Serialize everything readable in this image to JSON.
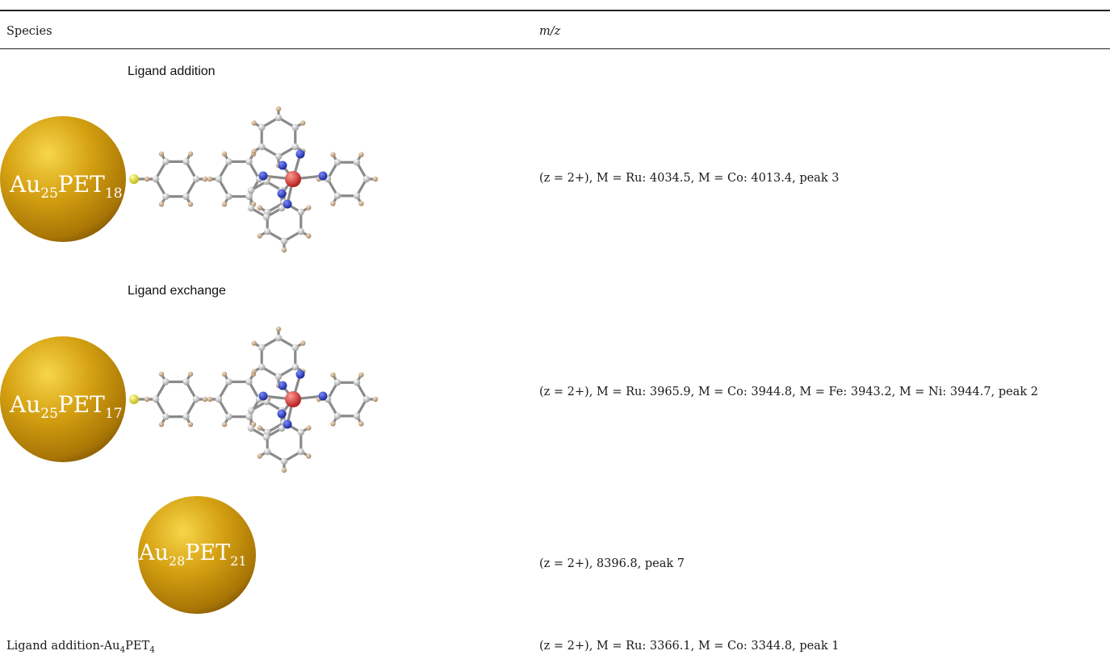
{
  "table": {
    "header": {
      "species": "Species",
      "mz": "m/z"
    },
    "rows": [
      {
        "caption": "Ligand addition",
        "sphere": {
          "base": "Au",
          "sub1": "25",
          "mid": "PET",
          "sub2": "18"
        },
        "mz": "(z = 2+), M = Ru: 4034.5, M = Co: 4013.4, peak 3"
      },
      {
        "caption": "Ligand exchange",
        "sphere": {
          "base": "Au",
          "sub1": "25",
          "mid": "PET",
          "sub2": "17"
        },
        "mz": "(z = 2+), M = Ru: 3965.9, M = Co: 3944.8, M = Fe: 3943.2, M = Ni: 3944.7, peak 2"
      },
      {
        "sphere": {
          "base": "Au",
          "sub1": "28",
          "mid": "PET",
          "sub2": "21"
        },
        "mz": "(z = 2+), 8396.8, peak 7"
      },
      {
        "species": {
          "prefix": "Ligand addition-Au",
          "sub1": "4",
          "mid": "PET",
          "sub2": "4"
        },
        "mz": "(z = 2+), M = Ru: 3366.1, M = Co: 3344.8, peak 1"
      }
    ]
  },
  "icons": {
    "gold_sphere": "gold-nanocluster-sphere-icon",
    "molecule": "metal-terpyridine-complex-molecule-icon"
  },
  "colors": {
    "gold": "#c9960d",
    "sulfur": "#e8e21e",
    "nitrogen": "#1e2fc8",
    "metal": "#d4201f",
    "carbon": "#c8c8c8",
    "hydrogen": "#b89a7a"
  }
}
